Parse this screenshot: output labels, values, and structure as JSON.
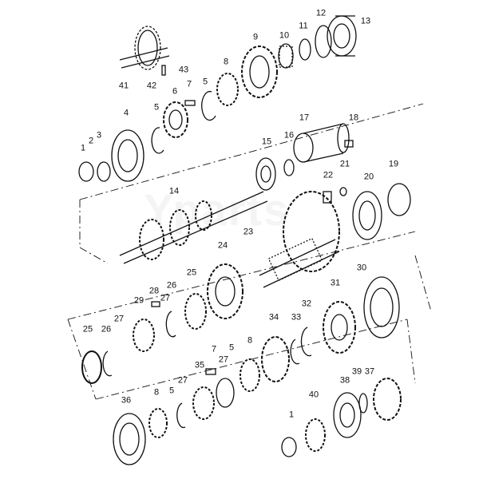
{
  "watermark": "Yparts",
  "callouts": [
    "41",
    "42",
    "43",
    "13",
    "12",
    "11",
    "10",
    "9",
    "8",
    "7",
    "5",
    "6",
    "5",
    "4",
    "3",
    "2",
    "1",
    "18",
    "17",
    "16",
    "15",
    "22",
    "21",
    "20",
    "19",
    "14",
    "23",
    "24",
    "25",
    "26",
    "28",
    "27",
    "29",
    "25",
    "26",
    "27",
    "30",
    "31",
    "32",
    "33",
    "34",
    "8",
    "5",
    "7",
    "35",
    "27",
    "27",
    "5",
    "8",
    "36",
    "38",
    "39",
    "37",
    "40",
    "1"
  ]
}
